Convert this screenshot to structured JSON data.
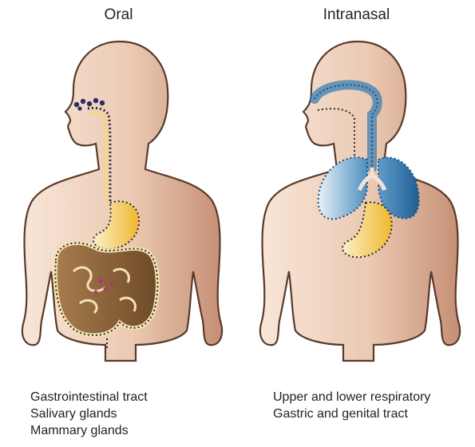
{
  "panels": {
    "oral": {
      "title": "Oral",
      "sites": [
        "Gastrointestinal tract",
        "Salivary glands",
        "Mammary glands"
      ]
    },
    "intranasal": {
      "title": "Intranasal",
      "sites": [
        "Upper and lower respiratory",
        "Gastric and genital tract"
      ]
    }
  },
  "colors": {
    "skin_light": "#f6e2d4",
    "skin_dark": "#c9937a",
    "outline": "#5a3a2a",
    "stomach": "#f0c440",
    "intestine": "#7a5530",
    "particles": "#2d2a6b",
    "respiratory": "#3a7fb5",
    "dotted_path": "#2b2b2b"
  }
}
